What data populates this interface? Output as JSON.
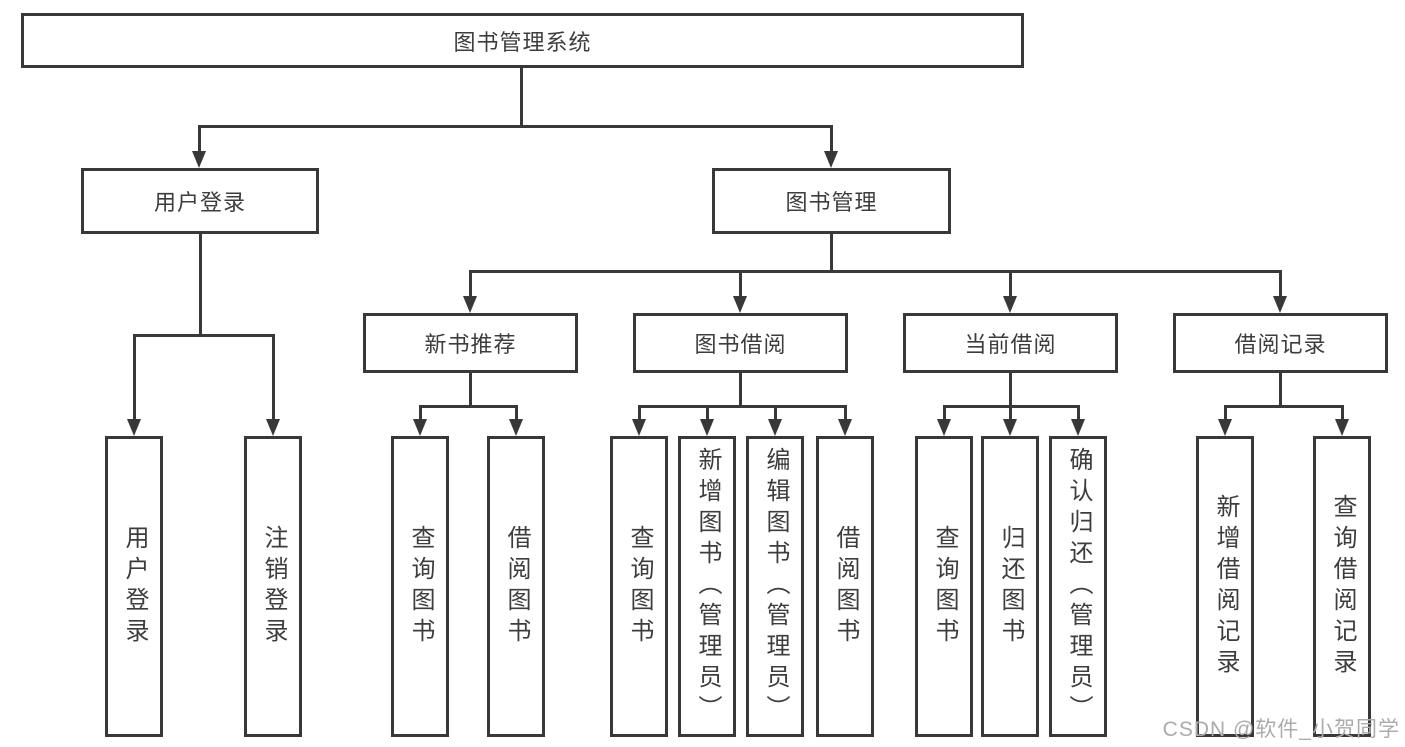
{
  "tree": {
    "root": {
      "label": "图书管理系统"
    },
    "branches": [
      {
        "label": "用户登录",
        "children": [
          {
            "label": "用户登录"
          },
          {
            "label": "注销登录"
          }
        ]
      },
      {
        "label": "图书管理",
        "children": [
          {
            "label": "新书推荐",
            "children": [
              {
                "label": "查询图书"
              },
              {
                "label": "借阅图书"
              }
            ]
          },
          {
            "label": "图书借阅",
            "children": [
              {
                "label": "查询图书"
              },
              {
                "label": "新增图书（管理员）"
              },
              {
                "label": "编辑图书（管理员）"
              },
              {
                "label": "借阅图书"
              }
            ]
          },
          {
            "label": "当前借阅",
            "children": [
              {
                "label": "查询图书"
              },
              {
                "label": "归还图书"
              },
              {
                "label": "确认归还（管理员）"
              }
            ]
          },
          {
            "label": "借阅记录",
            "children": [
              {
                "label": "新增借阅记录"
              },
              {
                "label": "查询借阅记录"
              }
            ]
          }
        ]
      }
    ]
  },
  "watermark": "CSDN @软件_小贺同学",
  "colors": {
    "line": "#383838",
    "text": "#3d3d3d",
    "watermark": "#ababab",
    "background": "#ffffff"
  }
}
